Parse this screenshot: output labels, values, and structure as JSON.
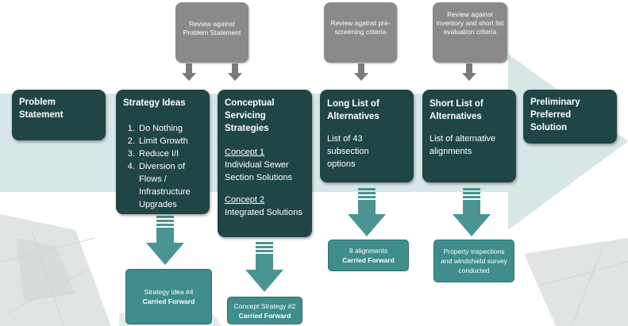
{
  "colors": {
    "dark_box": "#1f4544",
    "grey_box": "#8a8a8a",
    "teal_box": "#3f8d8d",
    "arrow_band": "#d7e6e6",
    "down_arrow": "#4a9494",
    "small_arrow": "#7b7b7b"
  },
  "reviews": {
    "problem": "Review against Problem Statement",
    "prescreening": "Review against pre-screening criteria",
    "inventory": "Review against inventory and short list evaluation criteria"
  },
  "stages": {
    "problem_statement": {
      "title": "Problem Statement"
    },
    "strategy_ideas": {
      "title": "Strategy Ideas",
      "items": [
        "Do Nothing",
        "Limit Growth",
        "Reduce I/I",
        "Diversion of Flows / Infrastructure Upgrades"
      ]
    },
    "conceptual": {
      "title": "Conceptual Servicing Strategies",
      "concept1_label": "Concept 1",
      "concept1_desc": "Individual Sewer Section Solutions",
      "concept2_label": "Concept 2",
      "concept2_desc": "Integrated Solutions"
    },
    "long_list": {
      "title": "Long List of Alternatives",
      "desc": "List of 43 subsection options"
    },
    "short_list": {
      "title": "Short List of Alternatives",
      "desc": "List of alternative alignments"
    },
    "preliminary": {
      "title": "Preliminary Preferred Solution"
    }
  },
  "outcomes": {
    "strategy": {
      "line1": "Strategy idea #4",
      "line2": "Carried Forward"
    },
    "concept": {
      "line1": "Concept Strategy #2",
      "line2": "Carried Forward"
    },
    "alignments": {
      "line1": "8 alignments",
      "line2": "Carried Forward"
    },
    "property": {
      "line1": "Property inspections and windshield survey conducted"
    }
  }
}
